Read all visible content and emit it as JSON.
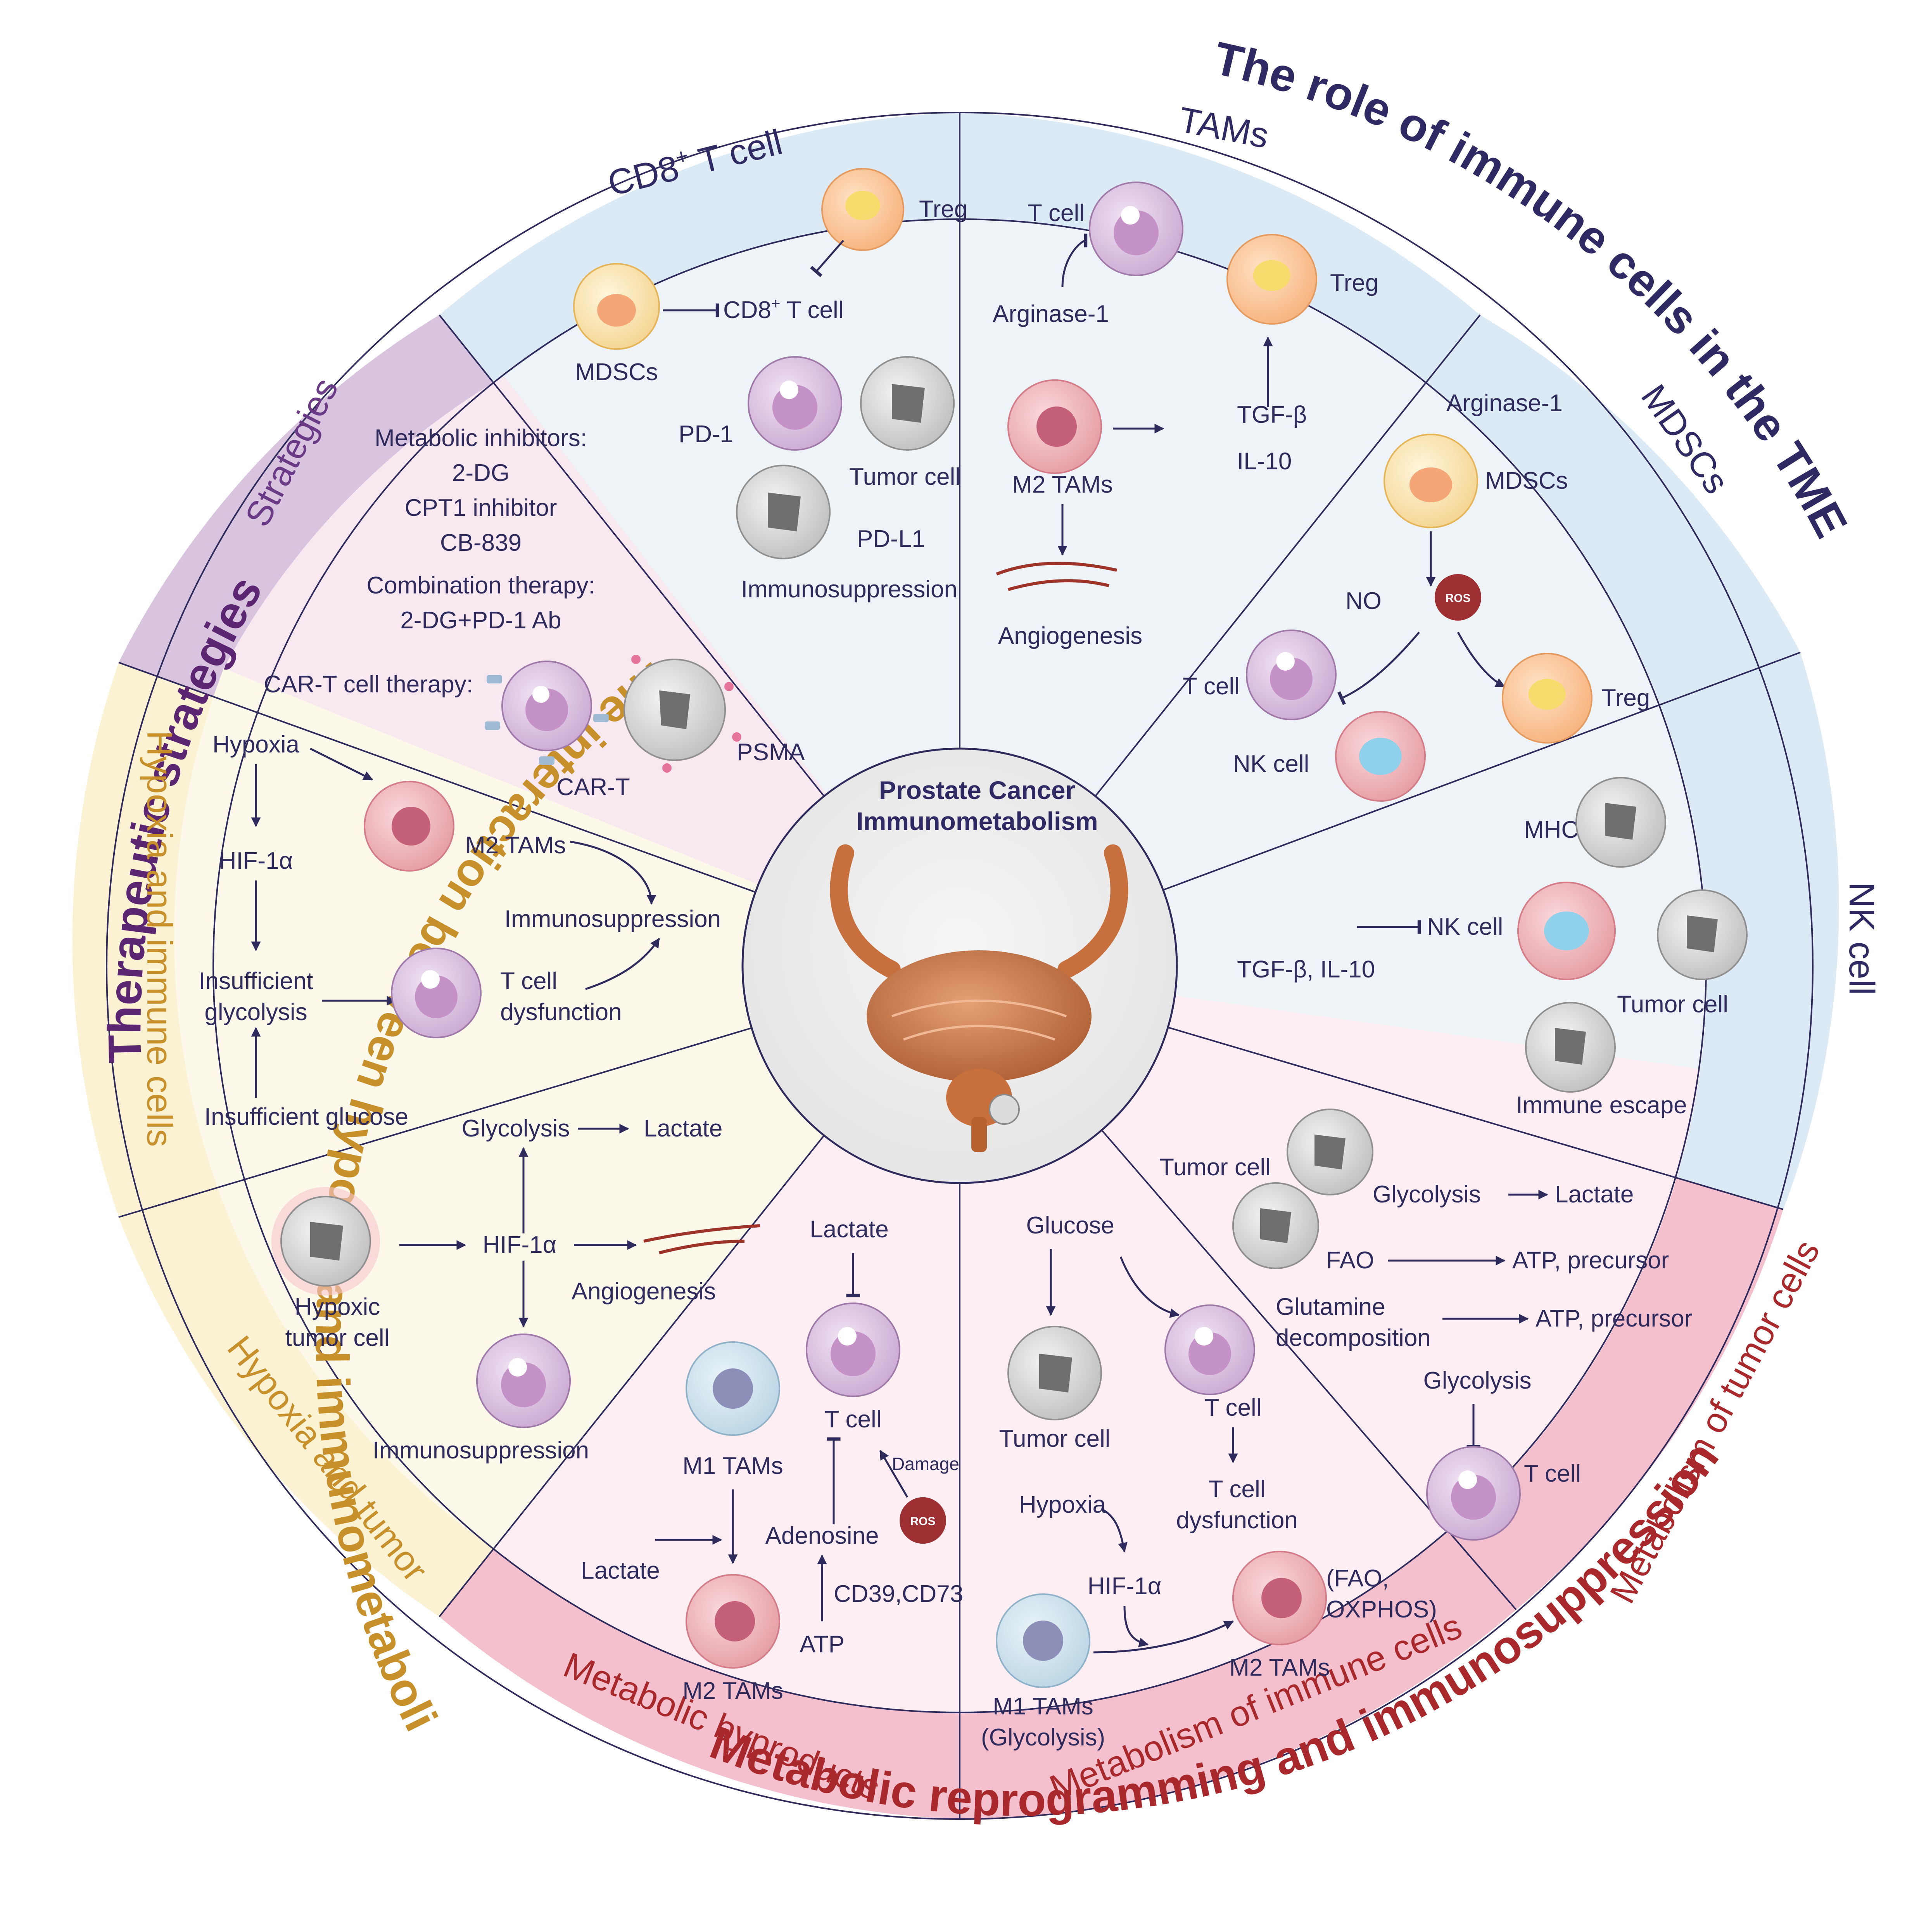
{
  "colors": {
    "purple_title": "#5b2571",
    "navy_title": "#2f2a63",
    "gold_title": "#c8902b",
    "red_title": "#a8282c",
    "blue_band": "#dbeaf5",
    "blue_sector": "#eef3f8",
    "purple_band": "#d8c4df",
    "pink_sector": "#f8e8f0",
    "yellow_band": "#fbf2d3",
    "yellow_sector": "#fdf9ea",
    "red_band": "#f4c0cd",
    "redpink_sector": "#fdeef3"
  },
  "outer_titles": {
    "therapeutic": "Therapeutic strategies",
    "immune_tme": "The role of immune cells in the TME",
    "hypoxia_interaction": "The interaction between hypoxia and immunometabolism",
    "metabolic_reprogramming": "Metabolic reprogramming and immunosuppression"
  },
  "bands": {
    "strategies": "Strategies",
    "cd8_prefix": "CD8",
    "cd8_sup": "+",
    "cd8_suffix": " T cell",
    "tams": "TAMs",
    "mdscs": "MDSCs",
    "nk": "NK cell",
    "tumor_metab": "Metabolism of tumor cells",
    "immune_metab": "Metabolism of immune cells",
    "byproducts": "Metabolic byproducts",
    "hypoxia_tumor": "Hypoxia and tumor",
    "hypoxia_immune": "Hypoxia and immune cells"
  },
  "center": {
    "line1": "Prostate Cancer",
    "line2": "Immunometabolism"
  },
  "strategies": {
    "l1": "Metabolic inhibitors:",
    "l2": "2-DG",
    "l3": "CPT1 inhibitor",
    "l4": "CB-839",
    "l5": "Combination therapy:",
    "l6": "2-DG+PD-1 Ab",
    "car": "CAR-T cell therapy:",
    "cart": "CAR-T",
    "psma": "PSMA"
  },
  "cd8": {
    "treg": "Treg",
    "cd8_label_prefix": "CD8",
    "cd8_label_sup": "+",
    "cd8_label_suffix": " T cell",
    "mdscs": "MDSCs",
    "pd1": "PD-1",
    "tumor": "Tumor cell",
    "pdl1": "PD-L1",
    "immuno": "Immunosuppression"
  },
  "tams": {
    "tcell": "T cell",
    "arginase": "Arginase-1",
    "treg": "Treg",
    "tgfb": "TGF-β",
    "il10": "IL-10",
    "m2": "M2 TAMs",
    "angio": "Angiogenesis"
  },
  "mdscs": {
    "arginase": "Arginase-1",
    "mdscs": "MDSCs",
    "no": "NO",
    "ros": "ROS",
    "tcell": "T cell",
    "treg": "Treg",
    "nk": "NK cell"
  },
  "nk": {
    "mhc": "MHC",
    "tgf": "TGF-β, IL-10",
    "nk": "NK cell",
    "tumor": "Tumor cell",
    "escape": "Immune escape"
  },
  "tumor_metab": {
    "tumor": "Tumor cell",
    "glycolysis": "Glycolysis",
    "lactate": "Lactate",
    "fao": "FAO",
    "atp1": "ATP, precursor",
    "glut1": "Glutamine",
    "glut2": "decomposition",
    "atp2": "ATP, precursor",
    "glyc2": "Glycolysis",
    "tcell": "T cell"
  },
  "immune_metab": {
    "glucose": "Glucose",
    "tumor": "Tumor cell",
    "tcell": "T cell",
    "tdys1": "T cell",
    "tdys2": "dysfunction",
    "hypoxia": "Hypoxia",
    "hif": "HIF-1α",
    "fao1": "(FAO,",
    "fao2": "OXPHOS)",
    "m2": "M2 TAMs",
    "m1a": "M1 TAMs",
    "m1b": "(Glycolysis)"
  },
  "byproducts": {
    "lactate_top": "Lactate",
    "tcell": "T cell",
    "damage": "Damage",
    "ros": "ROS",
    "m1": "M1 TAMs",
    "adenosine": "Adenosine",
    "lactate": "Lactate",
    "cd39": "CD39,CD73",
    "atp": "ATP",
    "m2": "M2 TAMs"
  },
  "hyp_tumor": {
    "glycolysis": "Glycolysis",
    "lactate": "Lactate",
    "hif": "HIF-1α",
    "angio": "Angiogenesis",
    "hyp1": "Hypoxic",
    "hyp2": "tumor cell",
    "immuno": "Immunosuppression"
  },
  "hyp_immune": {
    "hypoxia": "Hypoxia",
    "hif": "HIF-1α",
    "m2": "M2 TAMs",
    "immuno": "Immunosuppression",
    "insuf1": "Insufficient",
    "insuf2": "glycolysis",
    "t1": "T cell",
    "t2": "dysfunction",
    "glucose": "Insufficient glucose"
  }
}
